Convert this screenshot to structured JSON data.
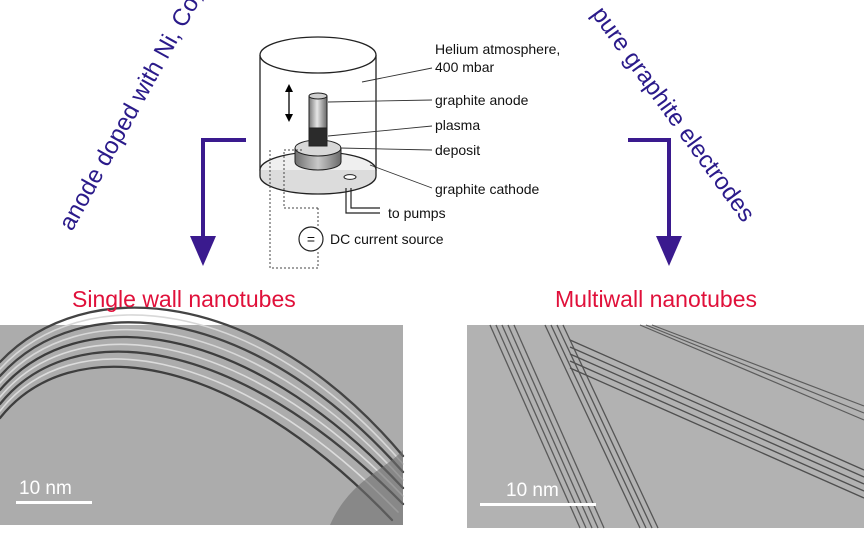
{
  "left_arrow_text": "anode doped with Ni, Co, ...",
  "right_arrow_text": "pure graphite electrodes",
  "apparatus": {
    "helium_label_line1": "Helium atmosphere,",
    "helium_label_line2": "400 mbar",
    "anode_label": "graphite anode",
    "plasma_label": "plasma",
    "deposit_label": "deposit",
    "cathode_label": "graphite cathode",
    "pumps_label": "to pumps",
    "source_symbol": "=",
    "source_label": "DC current source"
  },
  "left_panel": {
    "title": "Single wall nanotubes",
    "scale_label": "10 nm"
  },
  "right_panel": {
    "title": "Multiwall nanotubes",
    "scale_label": "10 nm"
  },
  "colors": {
    "arrow": "#3a1a8e",
    "title_red": "#e0103a",
    "rotated_text": "#2a1a8a"
  }
}
